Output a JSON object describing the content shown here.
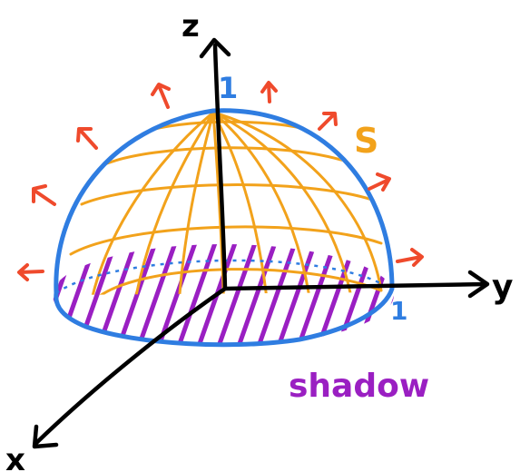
{
  "labels": {
    "z_axis": "z",
    "y_axis": "y",
    "x_axis": "x",
    "z_tick": "1",
    "y_tick": "1",
    "surface": "S",
    "shadow": "shadow"
  },
  "colors": {
    "axes": "#000000",
    "hemisphere_outline": "#2f7de1",
    "mesh": "#f2a21b",
    "normal_arrows": "#ef4a2c",
    "shadow_hatch": "#9a1fc2",
    "tick_labels": "#2f7de1",
    "surface_label": "#f2a21b",
    "shadow_label": "#9a1fc2"
  }
}
